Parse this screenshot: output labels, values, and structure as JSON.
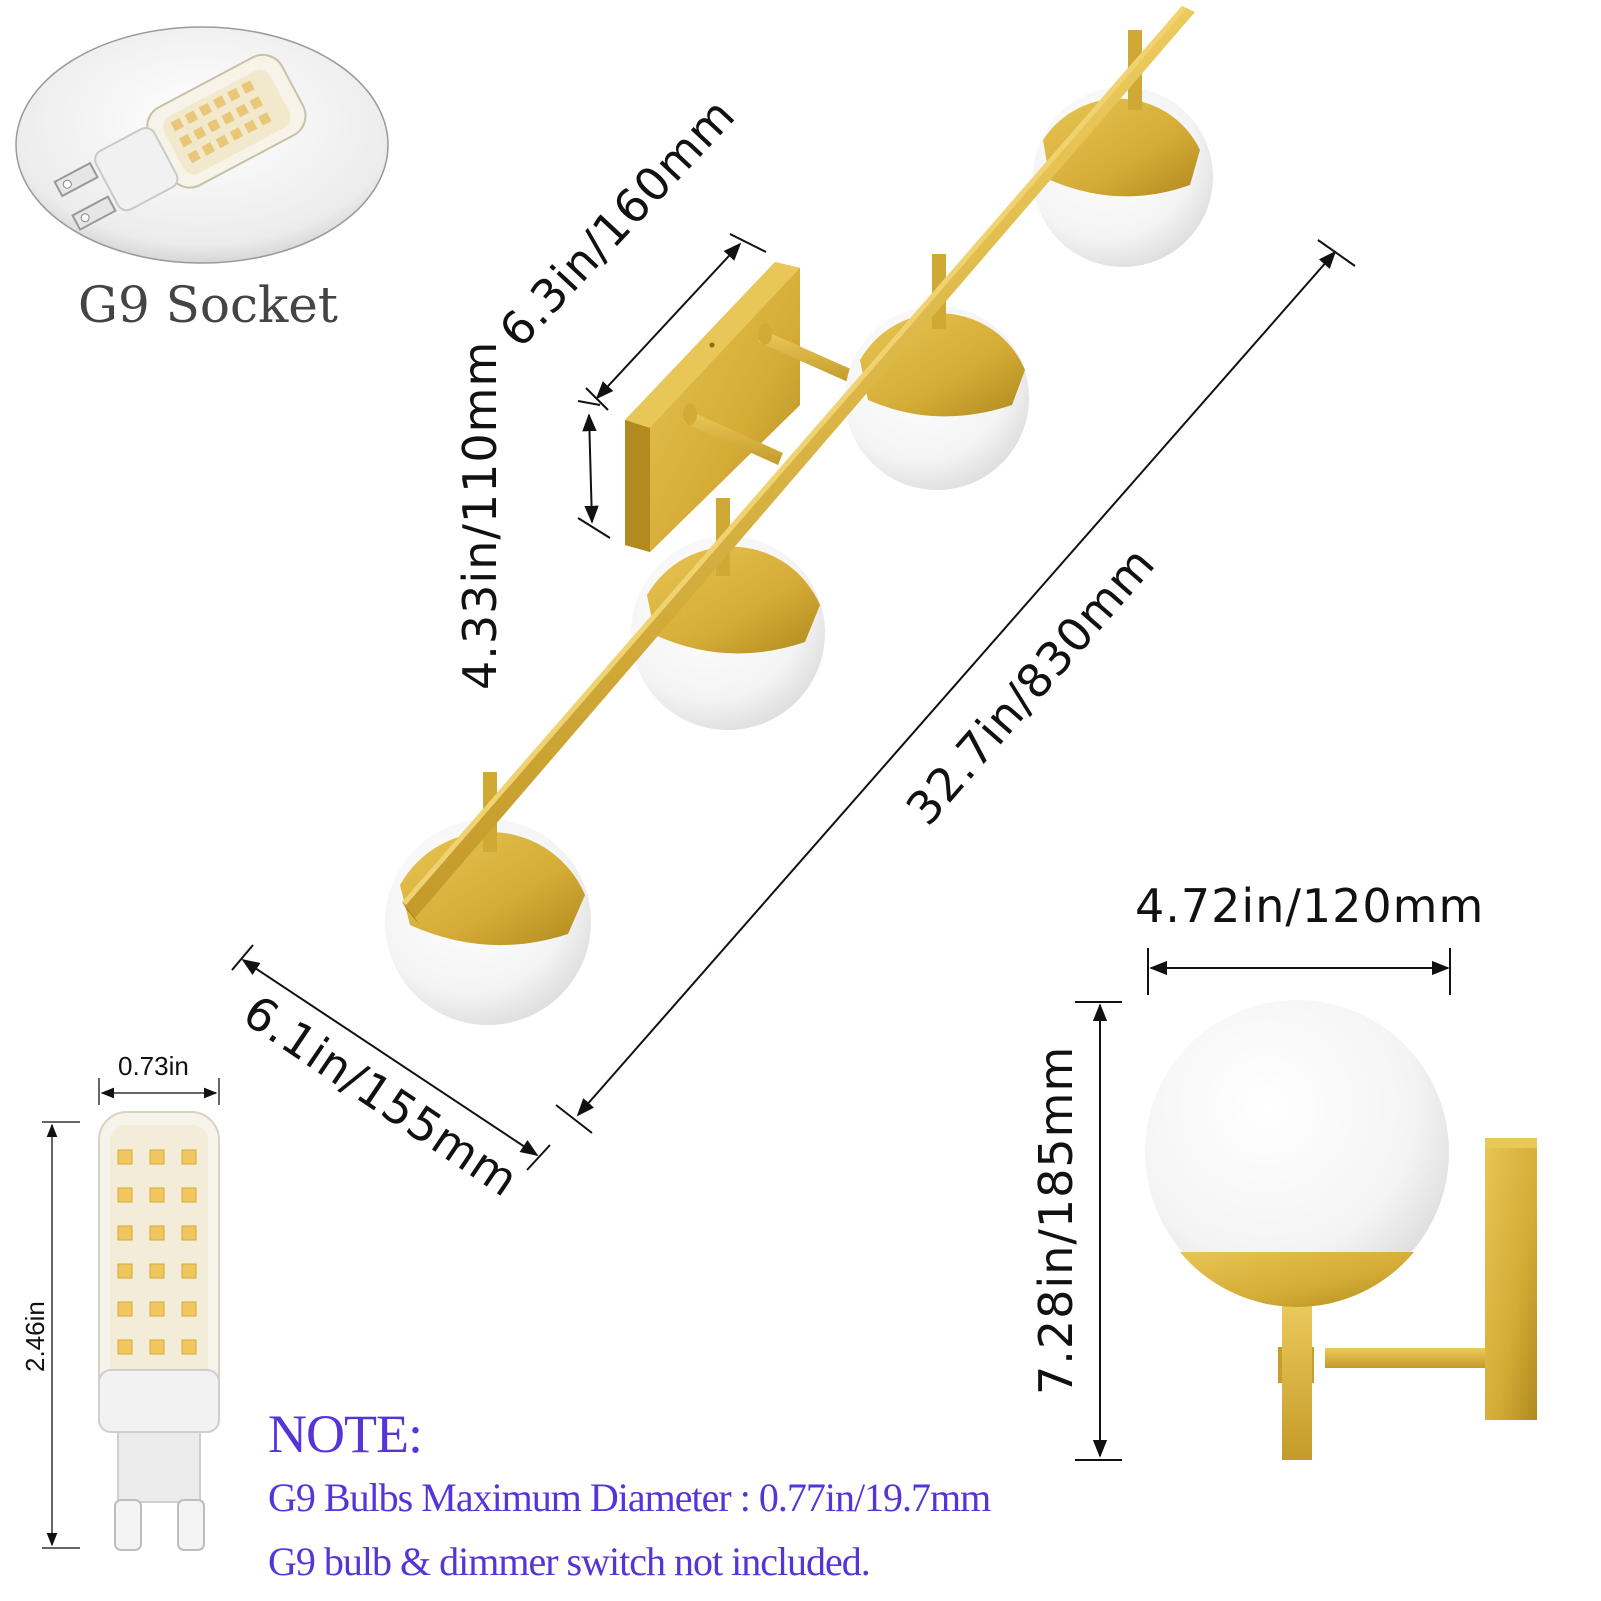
{
  "socket_inset": {
    "label": "G9 Socket"
  },
  "dimensions": {
    "backplate_width": "6.3in/160mm",
    "backplate_height": "4.33in/110mm",
    "total_length": "32.7in/830mm",
    "extension_depth": "6.1in/155mm",
    "globe_diameter": "4.72in/120mm",
    "side_height": "7.28in/185mm",
    "bulb_width": "0.73in",
    "bulb_height": "2.46in"
  },
  "note": {
    "heading": "NOTE:",
    "lines": [
      "G9 Bulbs Maximum Diameter : 0.77in/19.7mm",
      "G9 bulb & dimmer switch not included."
    ]
  },
  "colors": {
    "gold": "#d9b23c",
    "gold_dark": "#b8911f",
    "note_text": "#5535d8",
    "globe_white": "#fbfbfb"
  }
}
